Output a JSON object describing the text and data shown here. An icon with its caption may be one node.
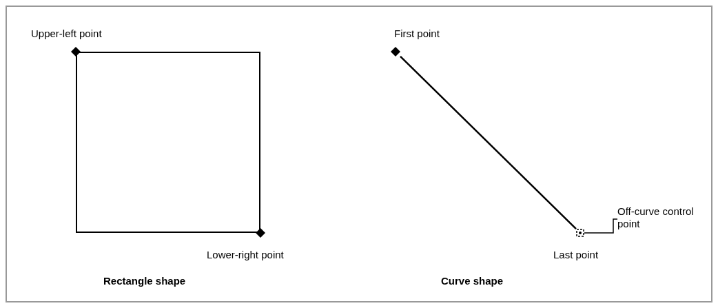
{
  "diagram": {
    "nodes": [
      {
        "text": [],
        "shape": "box"
      },
      {
        "text": [],
        "shape": "diamond",
        "beside": [
          "Upper-left point"
        ]
      },
      {
        "text": [],
        "shape": "diamond",
        "beside": [
          "Lower-right point"
        ]
      },
      {
        "text": [],
        "shape": "diamond",
        "beside": [
          "First point"
        ]
      },
      {
        "text": [],
        "shape": "box",
        "beside": [
          "Last point"
        ]
      },
      {
        "text": [
          "Off-curve control point"
        ]
      }
    ],
    "edges": [
      {
        "from": 3,
        "to": 4,
        "arrow": "none"
      },
      {
        "from": 5,
        "to": 4,
        "arrow": "none"
      }
    ],
    "labels": [
      "Rectangle shape",
      "Curve shape"
    ]
  }
}
